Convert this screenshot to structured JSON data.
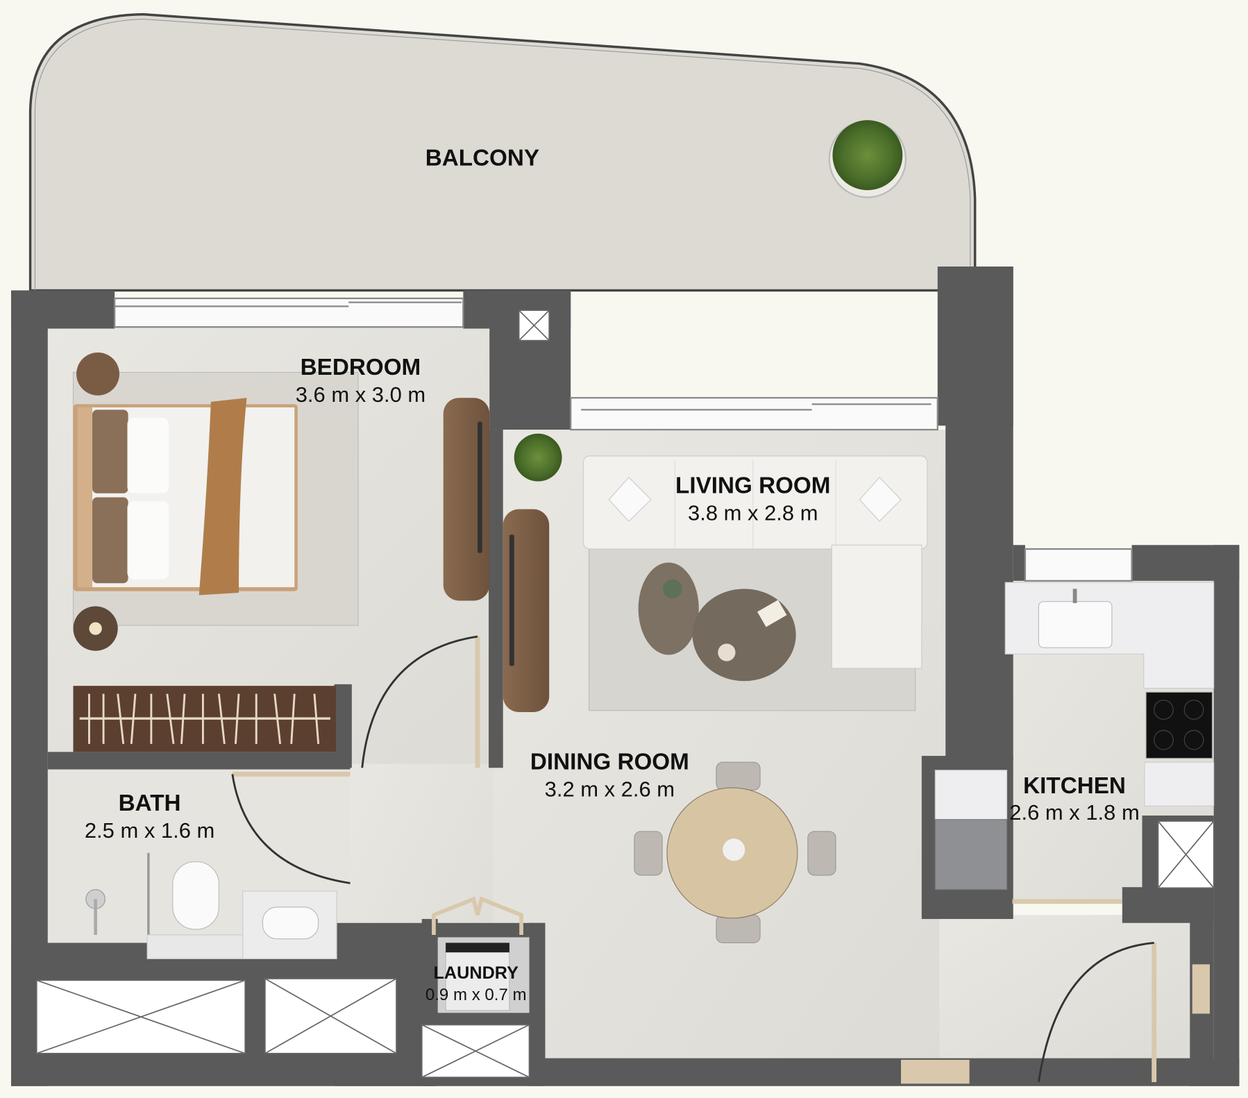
{
  "plan": {
    "colors": {
      "background": "#f8f8f1",
      "wall": "#5a5a5a",
      "floor": "#e4e2dd",
      "balcony": "#dcdad3",
      "wood": "#7a5c44",
      "door_frame": "#d9c8ac",
      "shaft_fill": "#ffffff"
    },
    "rooms": [
      {
        "id": "balcony",
        "name": "BALCONY",
        "dimensions": ""
      },
      {
        "id": "bedroom",
        "name": "BEDROOM",
        "dimensions": "3.6 m x 3.0 m"
      },
      {
        "id": "living",
        "name": "LIVING ROOM",
        "dimensions": "3.8 m x 2.8 m"
      },
      {
        "id": "dining",
        "name": "DINING ROOM",
        "dimensions": "3.2 m x 2.6 m"
      },
      {
        "id": "kitchen",
        "name": "KITCHEN",
        "dimensions": "2.6 m x 1.8 m"
      },
      {
        "id": "bath",
        "name": "BATH",
        "dimensions": "2.5 m x 1.6 m"
      },
      {
        "id": "laundry",
        "name": "LAUNDRY",
        "dimensions": "0.9 m x 0.7 m"
      }
    ],
    "furniture": [
      "double-bed",
      "nightstand",
      "nightstand",
      "wardrobe",
      "tv-console",
      "sideboard",
      "l-shaped-sofa",
      "coffee-tables",
      "rug",
      "round-dining-table",
      "dining-chair",
      "dining-chair",
      "dining-chair",
      "dining-chair",
      "kitchen-sink",
      "gas-hob",
      "refrigerator",
      "toilet",
      "basin",
      "shower",
      "washing-machine",
      "potted-plant",
      "potted-plant"
    ]
  }
}
